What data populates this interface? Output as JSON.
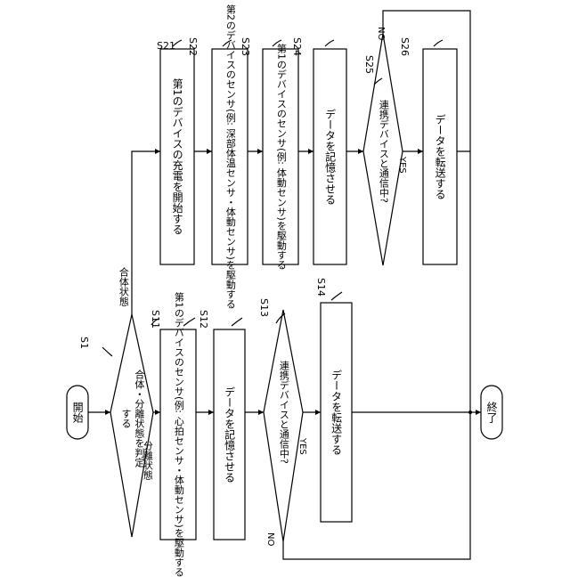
{
  "start": "開始",
  "end": "終了",
  "decision_s1": "合体・分離状態を判定する",
  "branch_separated": "分離状態",
  "branch_combined": "合体状態",
  "s11_line1": "第1のデバイスのセンサ",
  "s11_line2": "(例: 心拍センサ・体動センサ)を駆動する",
  "s12": "データを記憶させる",
  "s13": "連携デバイスと通信中?",
  "s14": "データを転送する",
  "s21": "第1のデバイスの充電を開始する",
  "s22_line1": "第2のデバイスのセンサ",
  "s22_line2": "(例: 深部体温センサ・体動センサ)を駆動する",
  "s23_line1": "第1のデバイスのセンサ",
  "s23_line2": "(例: 体動センサ)を駆動する",
  "s24": "データを記憶させる",
  "s25": "連携デバイスと通信中?",
  "s26": "データを転送する",
  "yes": "YES",
  "no": "NO",
  "step_labels": {
    "s1": "S1",
    "s11": "S11",
    "s12": "S12",
    "s13": "S13",
    "s14": "S14",
    "s21": "S21",
    "s22": "S22",
    "s23": "S23",
    "s24": "S24",
    "s25": "S25",
    "s26": "S26"
  }
}
